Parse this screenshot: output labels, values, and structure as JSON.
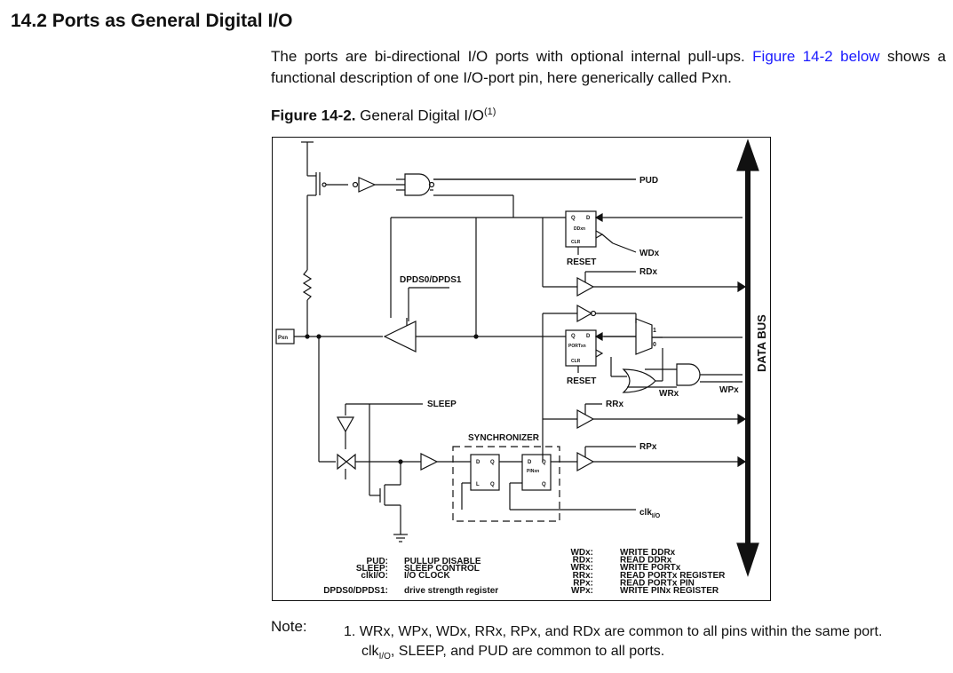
{
  "section": {
    "title": "14.2 Ports as General Digital I/O",
    "para_part1": "The ports are bi-directional I/O ports with optional internal pull-ups.",
    "para_link": "Figure 14-2 below",
    "para_part2": "shows a functional description of one I/O-port pin, here generically called Pxn."
  },
  "figure": {
    "label": "Figure 14-2.",
    "title": "General Digital I/O",
    "footnote_mark": "(1)"
  },
  "diagram": {
    "pud": "PUD",
    "wdx": "WDx",
    "rdx": "RDx",
    "reset": "RESET",
    "dpds": "DPDS0/DPDS1",
    "pxn": "Pxn",
    "data_bus": "DATA BUS",
    "wrx": "WRx",
    "wpx": "WPx",
    "rrx": "RRx",
    "sleep": "SLEEP",
    "synchronizer": "SYNCHRONIZER",
    "rpx": "RPx",
    "clk": "clk",
    "clk_sub": "I/O",
    "ddxn": "DDxn",
    "portxn": "PORTxn",
    "pinxn": "PINxn",
    "clr": "CLR",
    "q": "Q",
    "d": "D",
    "l": "L",
    "qbar": "Q",
    "mux1": "1",
    "mux0": "0",
    "legend_left": [
      {
        "key": "PUD:",
        "value": "PULLUP DISABLE"
      },
      {
        "key": "SLEEP:",
        "value": "SLEEP CONTROL"
      },
      {
        "key": "clkI/O:",
        "value": "I/O CLOCK"
      },
      {
        "key": "DPDS0/DPDS1:",
        "value": "drive strength register"
      }
    ],
    "legend_right": [
      {
        "key": "WDx:",
        "value": "WRITE DDRx"
      },
      {
        "key": "RDx:",
        "value": "READ DDRx"
      },
      {
        "key": "WRx:",
        "value": "WRITE PORTx"
      },
      {
        "key": "RRx:",
        "value": "READ PORTx REGISTER"
      },
      {
        "key": "RPx:",
        "value": "READ PORTx PIN"
      },
      {
        "key": "WPx:",
        "value": "WRITE PINx REGISTER"
      }
    ]
  },
  "note": {
    "label": "Note:",
    "line1": "1. WRx, WPx, WDx, RRx, RPx, and RDx are common to all pins within the same port.",
    "line2_pre": "clk",
    "line2_sub": "I/O",
    "line2_post": ", SLEEP, and PUD are common to all ports."
  }
}
